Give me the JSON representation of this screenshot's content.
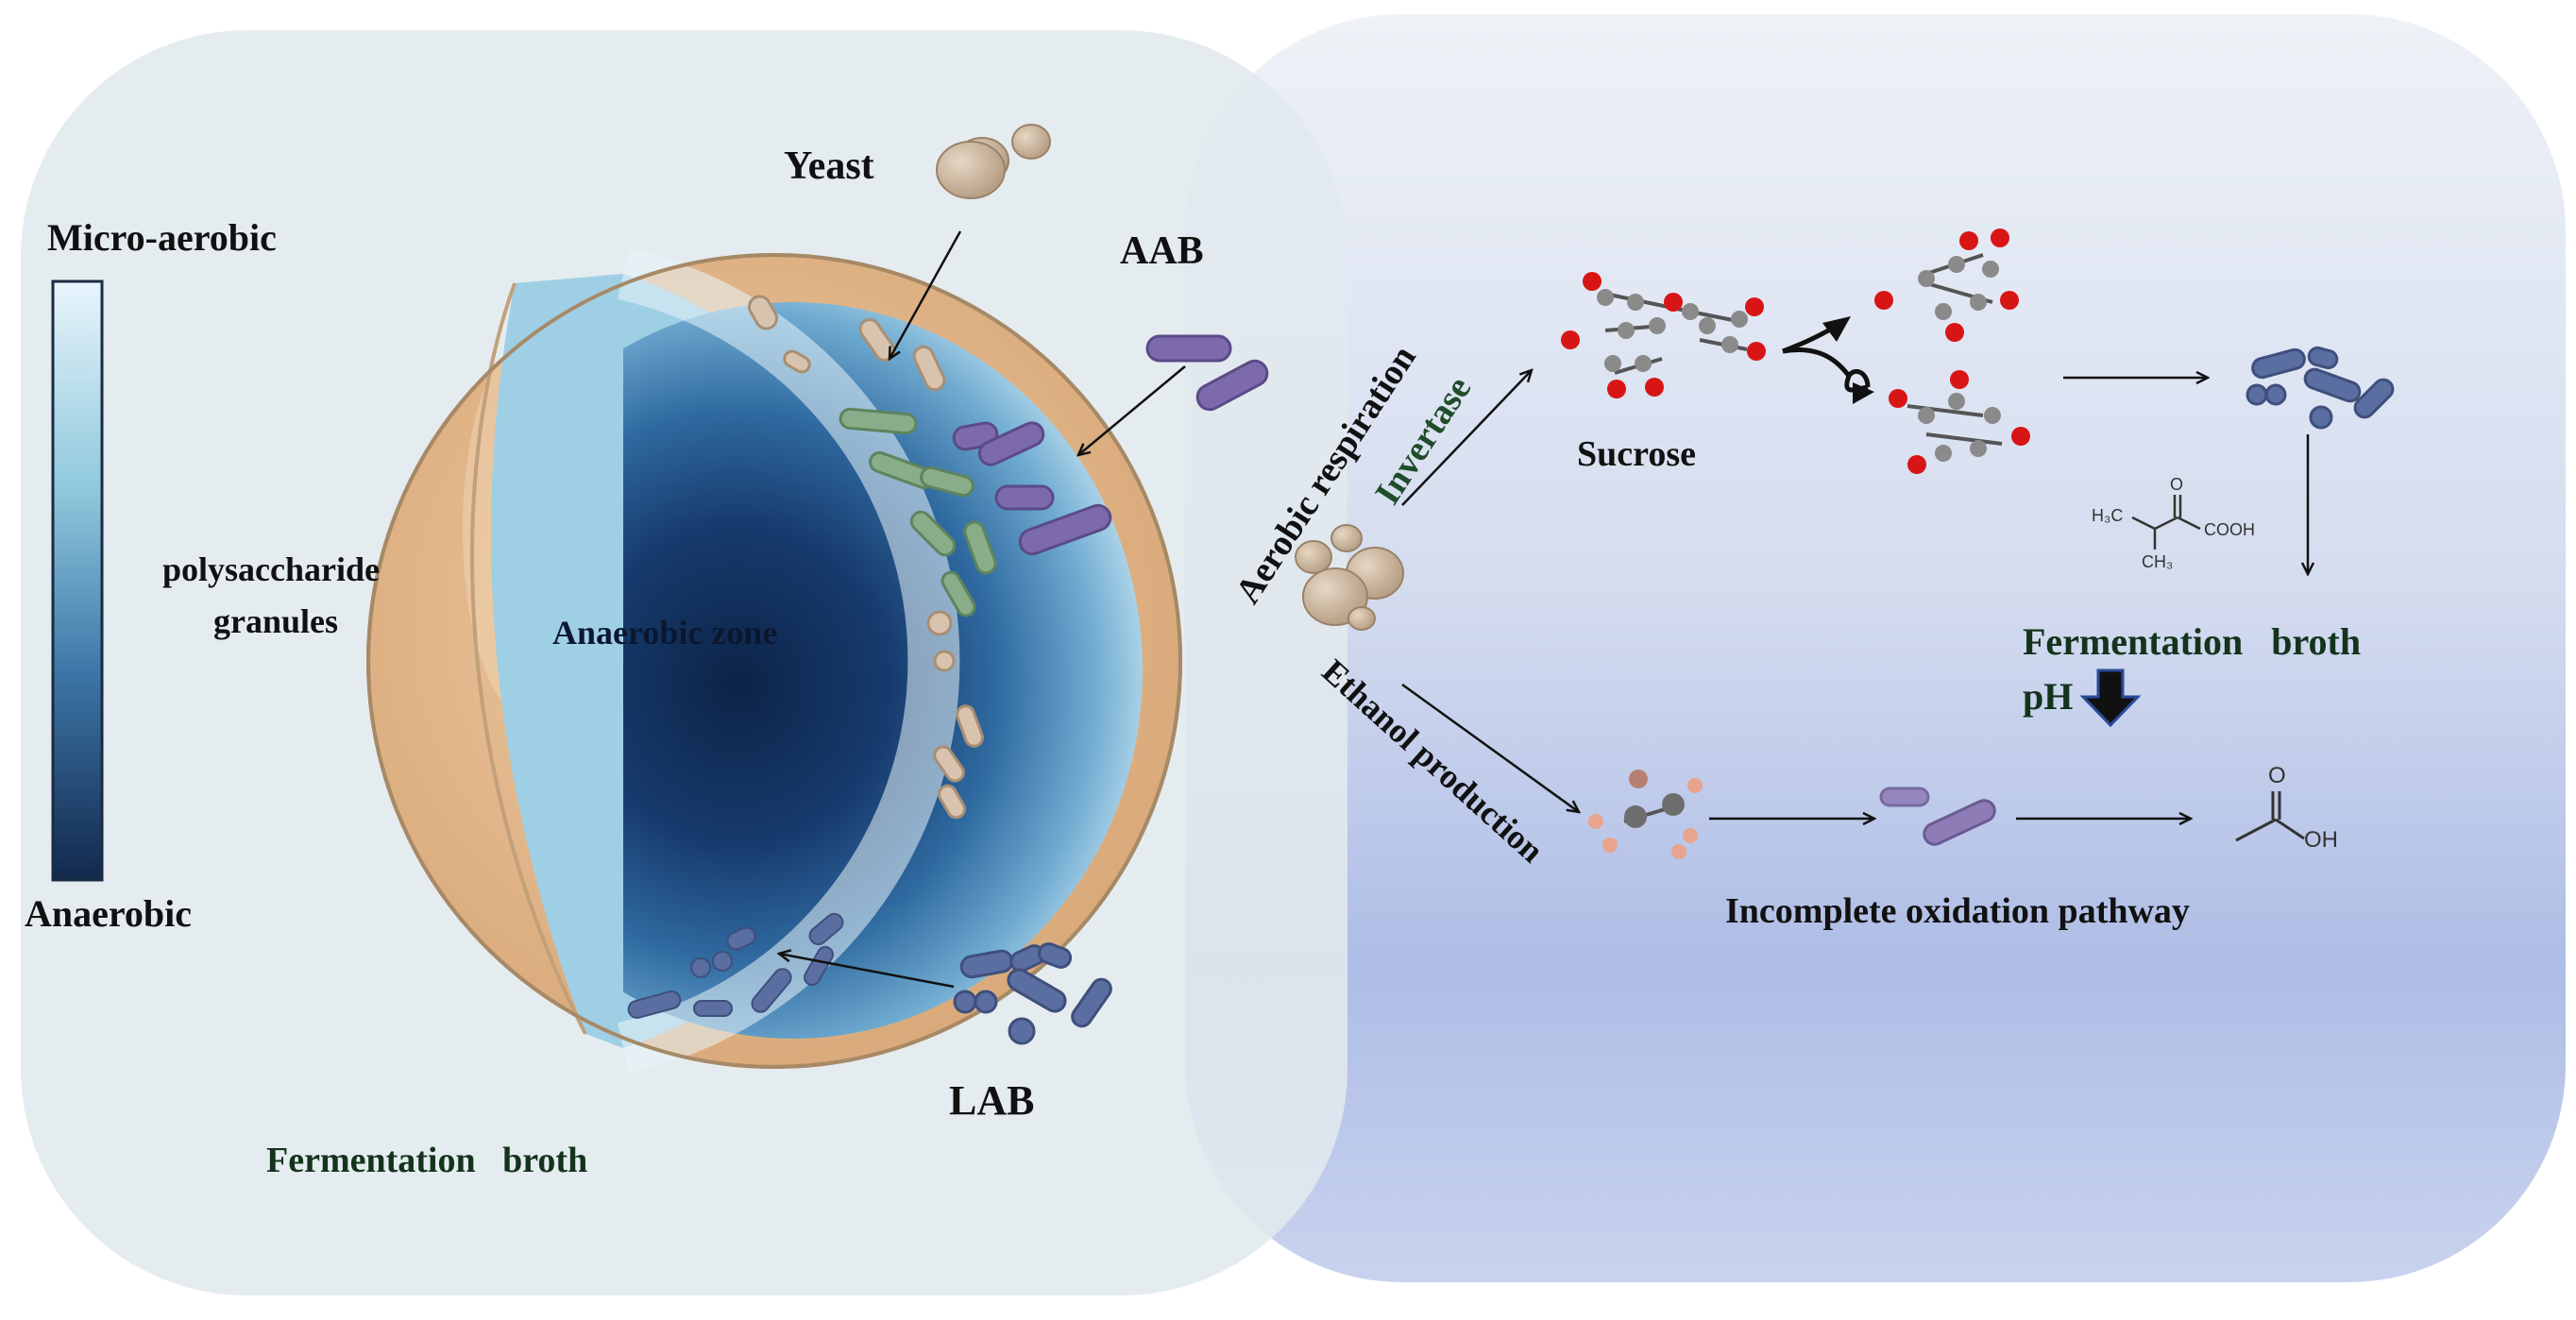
{
  "labels": {
    "micro_aerobic": "Micro-aerobic",
    "anaerobic": "Anaerobic",
    "polysaccharide": "polysaccharide",
    "granules": "granules",
    "anaerobic_zone": "Anaerobic zone",
    "yeast": "Yeast",
    "aab": "AAB",
    "lab": "LAB",
    "broth_left": "Fermentation   broth",
    "aerobic_respiration": "Aerobic respiration",
    "invertase": "Invertase",
    "ethanol_production": "Ethanol production",
    "sucrose": "Sucrose",
    "broth_right": "Fermentation   broth",
    "ph": "pH",
    "incomplete_oxidation": "Incomplete oxidation pathway"
  },
  "chem_labels": {
    "h3c": "H₃C",
    "cooh": "COOH",
    "ch3": "CH₃",
    "o_keto": "O",
    "o_acid": "O",
    "oh": "OH"
  },
  "colors": {
    "left_panel": "#e4ecf0",
    "right_panel_top": "#e9eef5",
    "right_panel_bottom": "#aebde6",
    "cell_outer": "#e2b888",
    "zone_dark": "#0e2a52",
    "zone_light": "#d7ecf6",
    "yeast": "#cdb8a0",
    "aab": "#7a66a8",
    "lab": "#4b5c92",
    "green_bacteria": "#7aa07a",
    "atom_red": "#d81515",
    "atom_grey": "#8a8a8a",
    "label_green": "#1f4d2a"
  }
}
